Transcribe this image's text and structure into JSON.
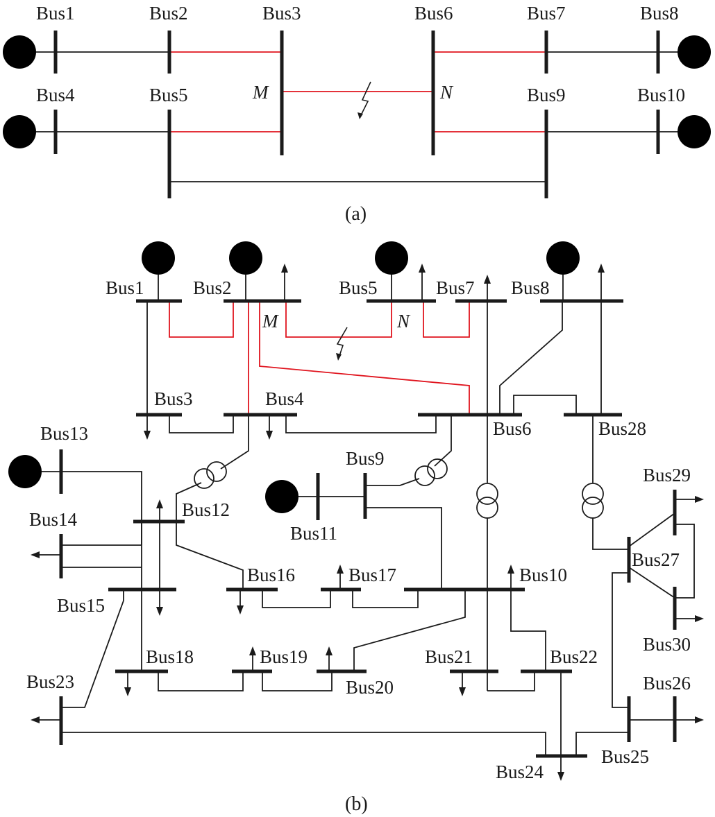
{
  "captions": {
    "a": "(a)",
    "b": "(b)"
  },
  "colors": {
    "line": "#1a1a1a",
    "highlight": "#e0141e",
    "background": "#ffffff"
  },
  "icons": {
    "generator": "generator-icon",
    "transformer": "transformer-icon",
    "load": "load-arrow-icon",
    "fault": "fault-icon"
  },
  "diagram_a": {
    "buses": [
      "Bus1",
      "Bus2",
      "Bus3",
      "Bus4",
      "Bus5",
      "Bus6",
      "Bus7",
      "Bus8",
      "Bus9",
      "Bus10"
    ],
    "points": {
      "M": "M",
      "N": "N"
    }
  },
  "diagram_b": {
    "buses": [
      "Bus1",
      "Bus2",
      "Bus3",
      "Bus4",
      "Bus5",
      "Bus6",
      "Bus7",
      "Bus8",
      "Bus9",
      "Bus10",
      "Bus11",
      "Bus12",
      "Bus13",
      "Bus14",
      "Bus15",
      "Bus16",
      "Bus17",
      "Bus18",
      "Bus19",
      "Bus20",
      "Bus21",
      "Bus22",
      "Bus23",
      "Bus24",
      "Bus25",
      "Bus26",
      "Bus27",
      "Bus28",
      "Bus29",
      "Bus30"
    ],
    "points": {
      "M": "M",
      "N": "N"
    }
  }
}
